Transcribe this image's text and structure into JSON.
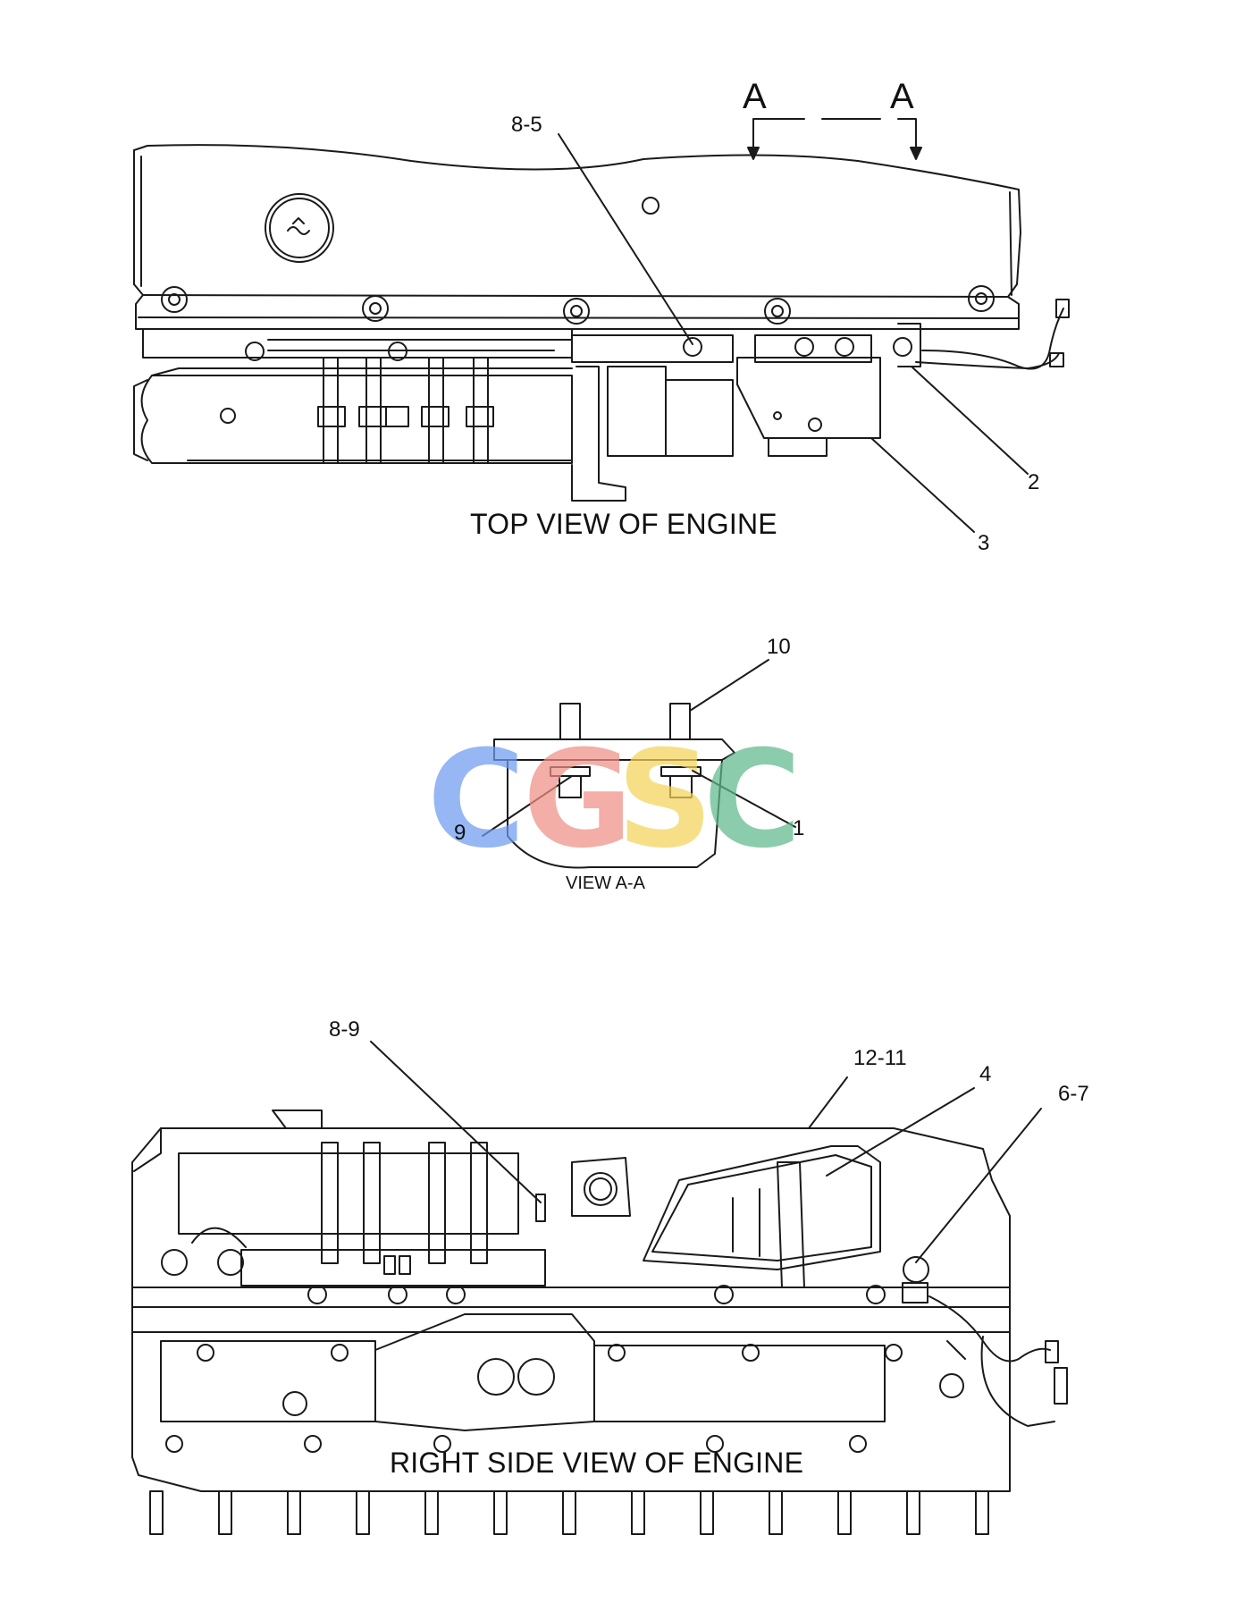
{
  "views": {
    "top": {
      "title": "TOP VIEW OF ENGINE"
    },
    "section": {
      "title": "VIEW A-A",
      "marker_left": "A",
      "marker_right": "A"
    },
    "side": {
      "title": "RIGHT SIDE VIEW OF ENGINE"
    }
  },
  "callouts": {
    "c8_5": "8-5",
    "c2": "2",
    "c3": "3",
    "c10": "10",
    "c9": "9",
    "c1": "1",
    "c8_9": "8-9",
    "c12_11": "12-11",
    "c4": "4",
    "c6_7": "6-7"
  },
  "watermark": {
    "letters": [
      "C",
      "G",
      "S",
      "C"
    ],
    "colors": [
      "#6f9cf0",
      "#ef8f86",
      "#f3d35a",
      "#5fb98d"
    ]
  },
  "colors": {
    "line": "#1a1a1a",
    "background": "#ffffff"
  }
}
